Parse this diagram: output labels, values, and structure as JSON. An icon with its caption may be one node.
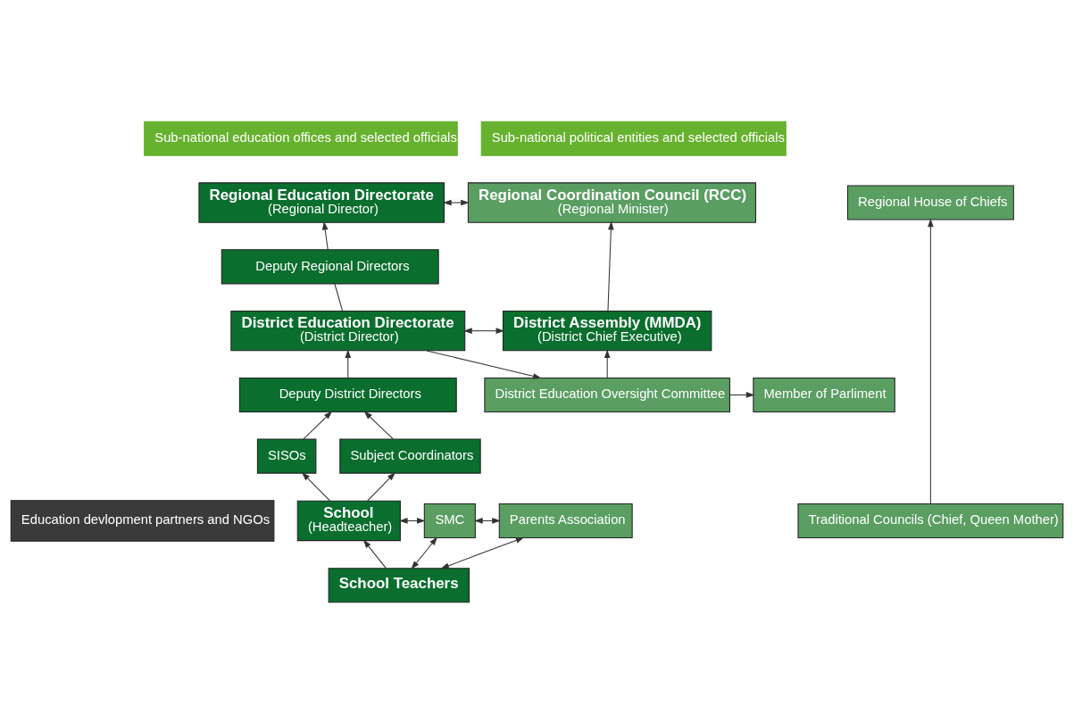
{
  "diagram": {
    "nodes": [
      {
        "text": [
          "Sub-national education offices and selected officials"
        ]
      },
      {
        "text": [
          "Sub-national political entities and selected officials"
        ]
      },
      {
        "text": [
          "Education devlopment partners and NGOs"
        ]
      },
      {
        "text": [
          "Regional Education Directorate",
          "(Regional Director)"
        ]
      },
      {
        "text": [
          "Deputy Regional Directors"
        ]
      },
      {
        "text": [
          "District Education Directorate",
          "(District Director)"
        ]
      },
      {
        "text": [
          "Deputy District Directors"
        ]
      },
      {
        "text": [
          "SISOs"
        ]
      },
      {
        "text": [
          "Subject Coordinators"
        ]
      },
      {
        "text": [
          "School",
          "(Headteacher)"
        ]
      },
      {
        "text": [
          "School Teachers"
        ]
      },
      {
        "text": [
          "Regional Coordination Council (RCC)",
          "(Regional Minister)"
        ]
      },
      {
        "text": [
          "Regional House of Chiefs"
        ]
      },
      {
        "text": [
          "District Assembly (MMDA)",
          "(District Chief Executive)"
        ]
      },
      {
        "text": [
          "District Education Oversight Committee"
        ]
      },
      {
        "text": [
          "Member of Parliment"
        ]
      },
      {
        "text": [
          "Traditional Councils (Chief, Queen Mother)"
        ]
      },
      {
        "text": [
          "SMC"
        ]
      },
      {
        "text": [
          "Parents Association"
        ]
      }
    ],
    "edges": [
      {
        "from": 3,
        "to": 11,
        "arrow": "both"
      },
      {
        "from": 4,
        "to": 3,
        "arrow": "to"
      },
      {
        "from": 5,
        "to": 4,
        "arrow": "none"
      },
      {
        "from": 6,
        "to": 5,
        "arrow": "to"
      },
      {
        "from": 7,
        "to": 6,
        "arrow": "to"
      },
      {
        "from": 8,
        "to": 6,
        "arrow": "to"
      },
      {
        "from": 9,
        "to": 7,
        "arrow": "to"
      },
      {
        "from": 9,
        "to": 8,
        "arrow": "to"
      },
      {
        "from": 10,
        "to": 9,
        "arrow": "to"
      },
      {
        "from": 9,
        "to": 17,
        "arrow": "both"
      },
      {
        "from": 17,
        "to": 18,
        "arrow": "both"
      },
      {
        "from": 10,
        "to": 17,
        "arrow": "both"
      },
      {
        "from": 10,
        "to": 18,
        "arrow": "both"
      },
      {
        "from": 5,
        "to": 13,
        "arrow": "both"
      },
      {
        "from": 5,
        "to": 14,
        "arrow": "to"
      },
      {
        "from": 14,
        "to": 13,
        "arrow": "to"
      },
      {
        "from": 14,
        "to": 15,
        "arrow": "to"
      },
      {
        "from": 13,
        "to": 11,
        "arrow": "to"
      },
      {
        "from": 16,
        "to": 12,
        "arrow": "to"
      }
    ]
  }
}
